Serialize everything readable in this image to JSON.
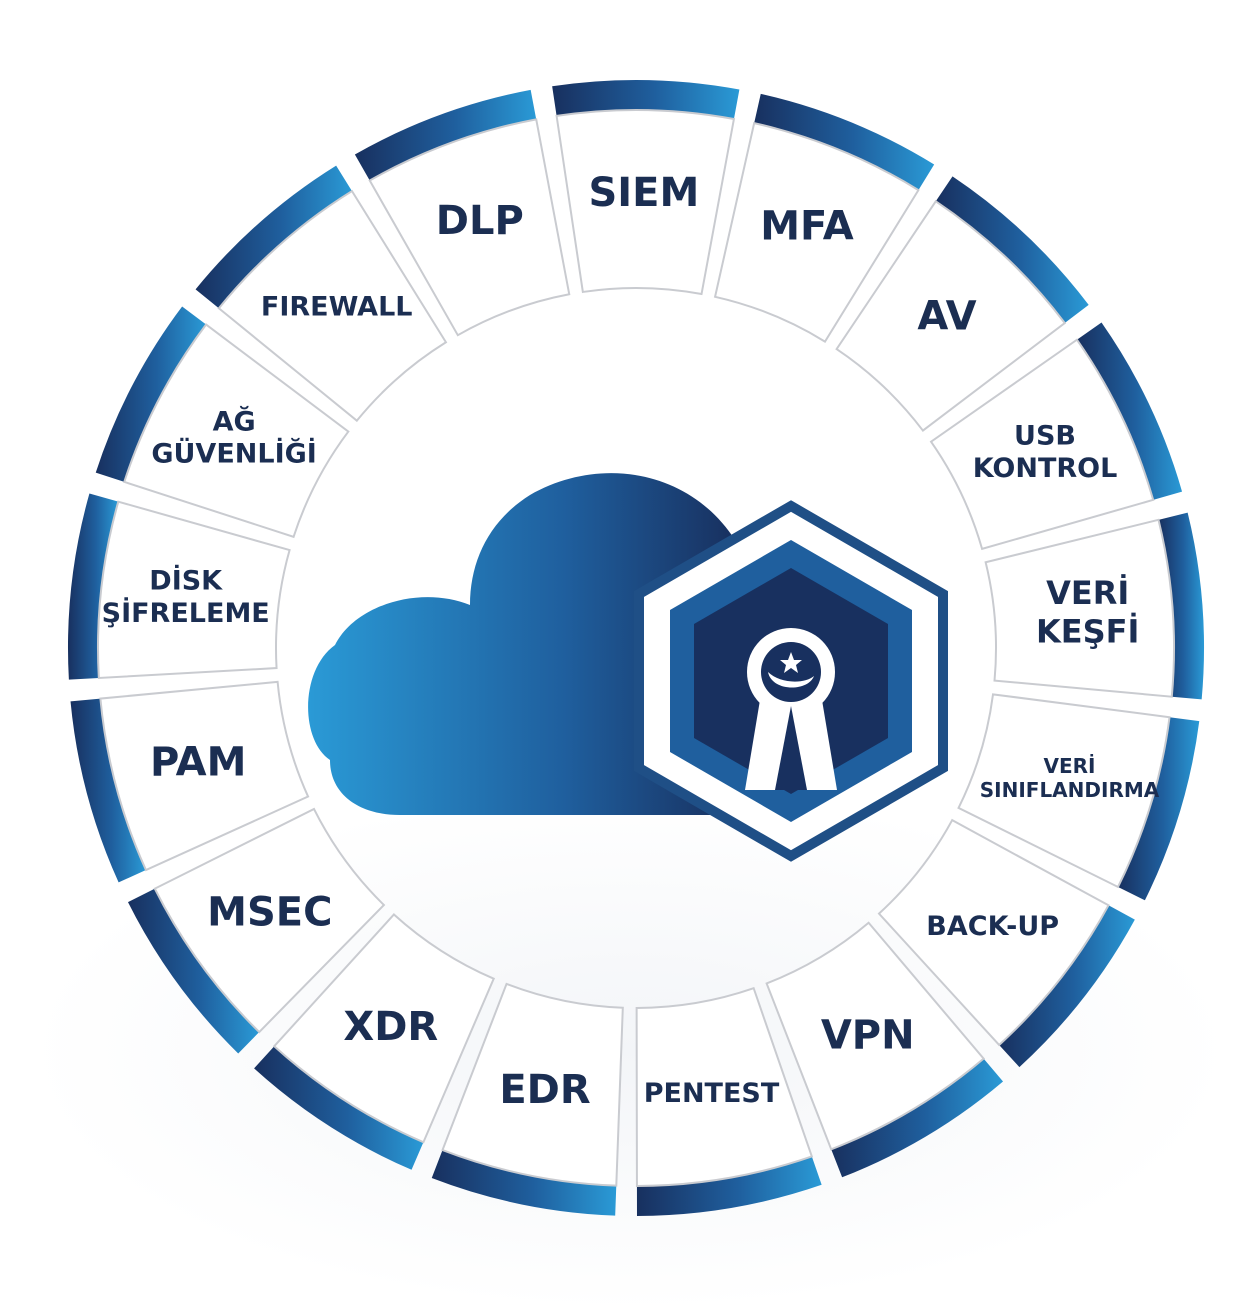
{
  "colors": {
    "dark_blue": "#18305f",
    "mid_blue": "#1f5f9e",
    "light_blue": "#2a9ad6",
    "label": "#1b2e52",
    "segment_fill": "#ffffff",
    "segment_border": "#c9cbd0"
  },
  "center_icon": {
    "cloud": "cloud-icon",
    "shield": "hexagon-shield-keyhole-icon",
    "logo": "star-and-crescent-logo-icon"
  },
  "segments": [
    {
      "id": "siem",
      "lines": [
        "SIEM"
      ],
      "size": "xl"
    },
    {
      "id": "mfa",
      "lines": [
        "MFA"
      ],
      "size": "xl"
    },
    {
      "id": "av",
      "lines": [
        "AV"
      ],
      "size": "xl"
    },
    {
      "id": "usb-kontrol",
      "lines": [
        "USB",
        "KONTROL"
      ],
      "size": "m"
    },
    {
      "id": "veri-kesfi",
      "lines": [
        "VERİ",
        "KEŞFİ"
      ],
      "size": "l"
    },
    {
      "id": "veri-siniflandirma",
      "lines": [
        "VERİ",
        "SINIFLANDIRMA"
      ],
      "size": "s"
    },
    {
      "id": "back-up",
      "lines": [
        "BACK-UP"
      ],
      "size": "m"
    },
    {
      "id": "vpn",
      "lines": [
        "VPN"
      ],
      "size": "xl"
    },
    {
      "id": "pentest",
      "lines": [
        "PENTEST"
      ],
      "size": "m"
    },
    {
      "id": "edr",
      "lines": [
        "EDR"
      ],
      "size": "xl"
    },
    {
      "id": "xdr",
      "lines": [
        "XDR"
      ],
      "size": "xl"
    },
    {
      "id": "msec",
      "lines": [
        "MSEC"
      ],
      "size": "xl"
    },
    {
      "id": "pam",
      "lines": [
        "PAM"
      ],
      "size": "xl"
    },
    {
      "id": "disk-sifreleme",
      "lines": [
        "DİSK",
        "ŞİFRELEME"
      ],
      "size": "m"
    },
    {
      "id": "ag-guvenligi",
      "lines": [
        "AĞ",
        "GÜVENLİĞİ"
      ],
      "size": "m"
    },
    {
      "id": "firewall",
      "lines": [
        "FIREWALL"
      ],
      "size": "m"
    },
    {
      "id": "dlp",
      "lines": [
        "DLP"
      ],
      "size": "xl"
    }
  ]
}
